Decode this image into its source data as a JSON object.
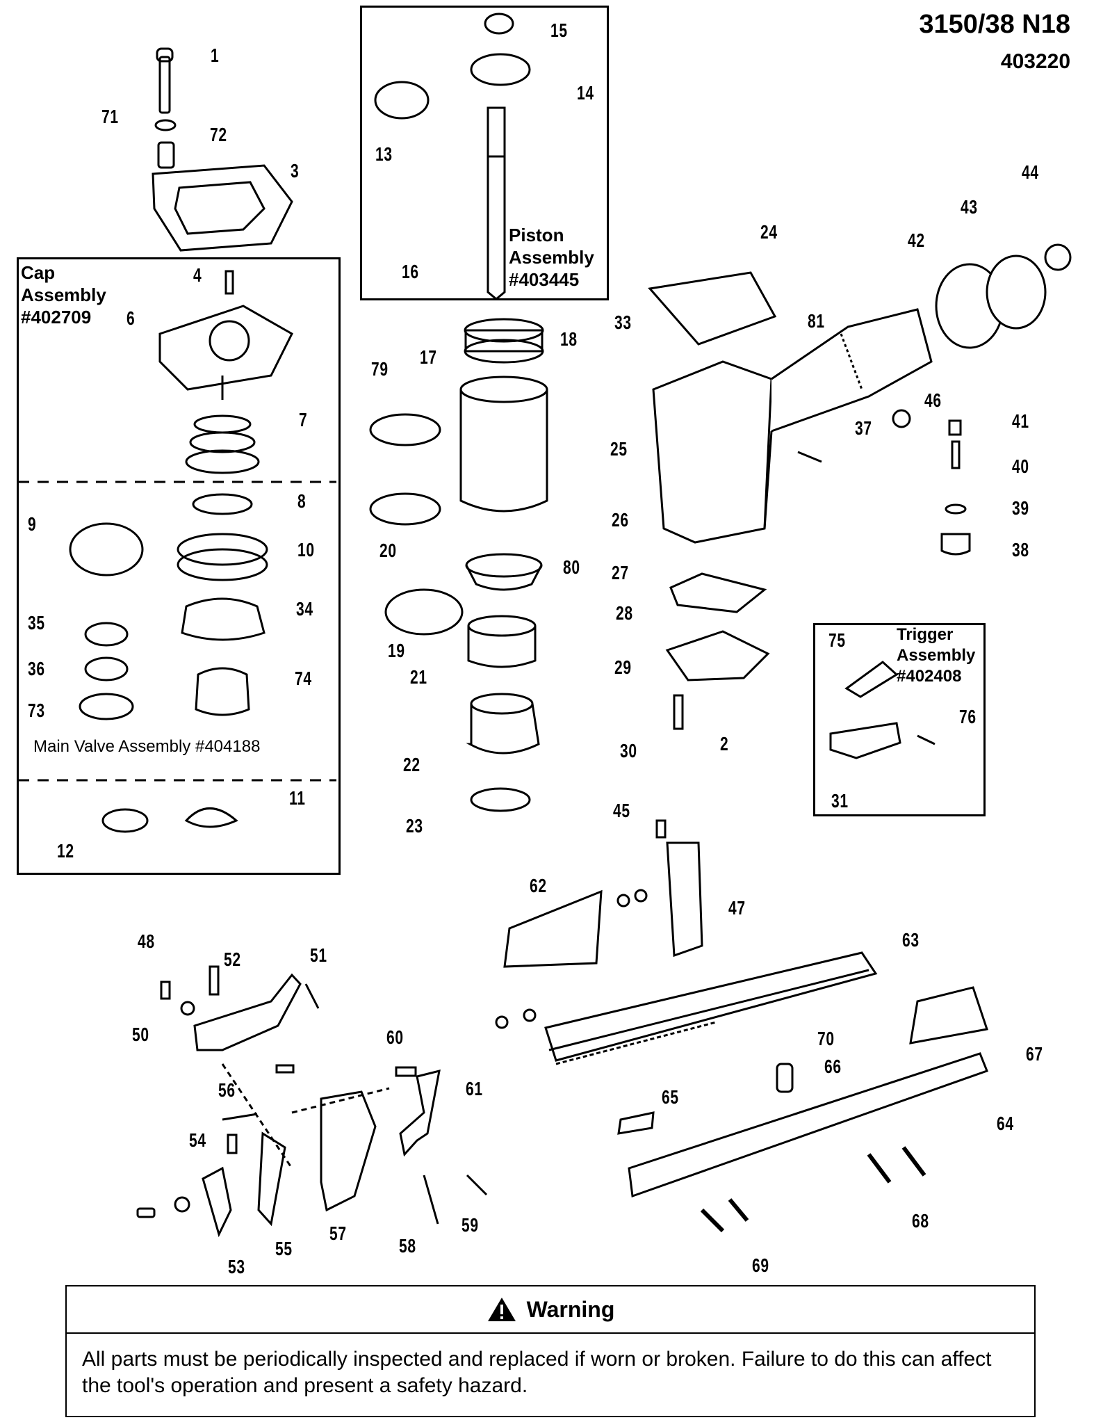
{
  "header": {
    "model": "3150/38 N18",
    "doc_number": "403220"
  },
  "boxes": {
    "cap_assembly": [
      "Cap",
      "Assembly",
      "#402709"
    ],
    "piston_assembly": [
      "Piston",
      "Assembly",
      "#403445"
    ],
    "trigger_assembly": [
      "Trigger",
      "Assembly",
      "#402408"
    ],
    "main_valve_assembly": "Main Valve Assembly #404188"
  },
  "part_numbers": [
    "1",
    "71",
    "72",
    "3",
    "4",
    "6",
    "7",
    "8",
    "9",
    "10",
    "34",
    "35",
    "36",
    "74",
    "73",
    "11",
    "12",
    "15",
    "14",
    "13",
    "16",
    "17",
    "18",
    "79",
    "20",
    "80",
    "19",
    "21",
    "22",
    "23",
    "24",
    "33",
    "81",
    "25",
    "26",
    "27",
    "28",
    "29",
    "2",
    "30",
    "42",
    "43",
    "44",
    "46",
    "37",
    "41",
    "40",
    "39",
    "38",
    "75",
    "76",
    "31",
    "45",
    "47",
    "62",
    "63",
    "70",
    "66",
    "67",
    "64",
    "65",
    "68",
    "69",
    "48",
    "52",
    "51",
    "50",
    "60",
    "61",
    "56",
    "54",
    "53",
    "55",
    "57",
    "58",
    "59"
  ],
  "warning": {
    "title": "Warning",
    "icon": "warning-triangle-icon",
    "text": "All parts must be periodically inspected and replaced if worn or broken.  Failure to do this can affect the tool's operation and present a safety hazard."
  }
}
